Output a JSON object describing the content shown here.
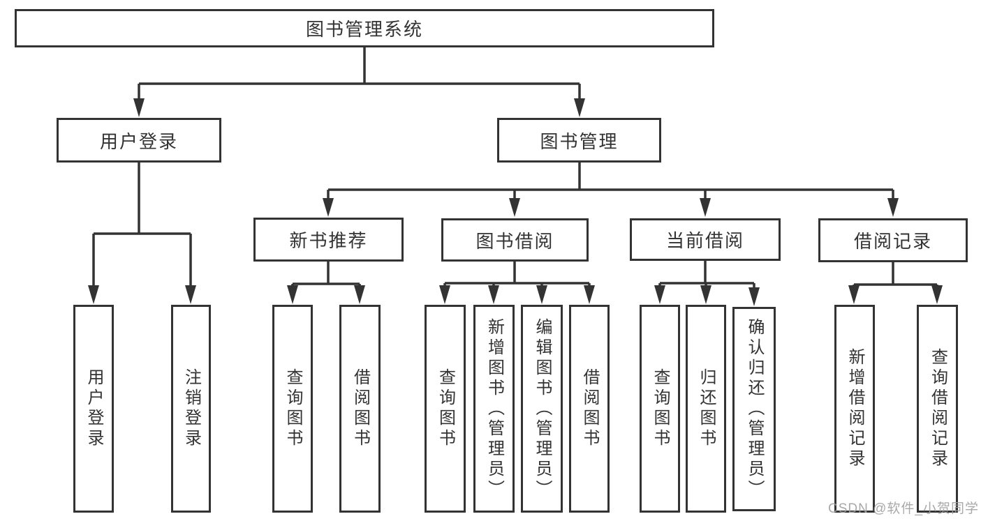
{
  "nodes": {
    "root": {
      "label": "图书管理系统"
    },
    "userLogin": {
      "label": "用户登录",
      "children": [
        {
          "label": "用户登录"
        },
        {
          "label": "注销登录"
        }
      ]
    },
    "bookMgmt": {
      "label": "图书管理",
      "children": [
        {
          "label": "新书推荐",
          "children": [
            {
              "label": "查询图书"
            },
            {
              "label": "借阅图书"
            }
          ]
        },
        {
          "label": "图书借阅",
          "children": [
            {
              "label": "查询图书"
            },
            {
              "label": "新增图书（管理员）"
            },
            {
              "label": "编辑图书（管理员）"
            },
            {
              "label": "借阅图书"
            }
          ]
        },
        {
          "label": "当前借阅",
          "children": [
            {
              "label": "查询图书"
            },
            {
              "label": "归还图书"
            },
            {
              "label": "确认归还（管理员）"
            }
          ]
        },
        {
          "label": "借阅记录",
          "children": [
            {
              "label": "新增借阅记录"
            },
            {
              "label": "查询借阅记录"
            }
          ]
        }
      ]
    }
  },
  "watermark": "CSDN @软件_小贺同学",
  "colors": {
    "background": "#ffffff",
    "line": "#333333",
    "boxBorder": "#333333",
    "text": "#333333",
    "watermark": "#a0a0a0"
  }
}
